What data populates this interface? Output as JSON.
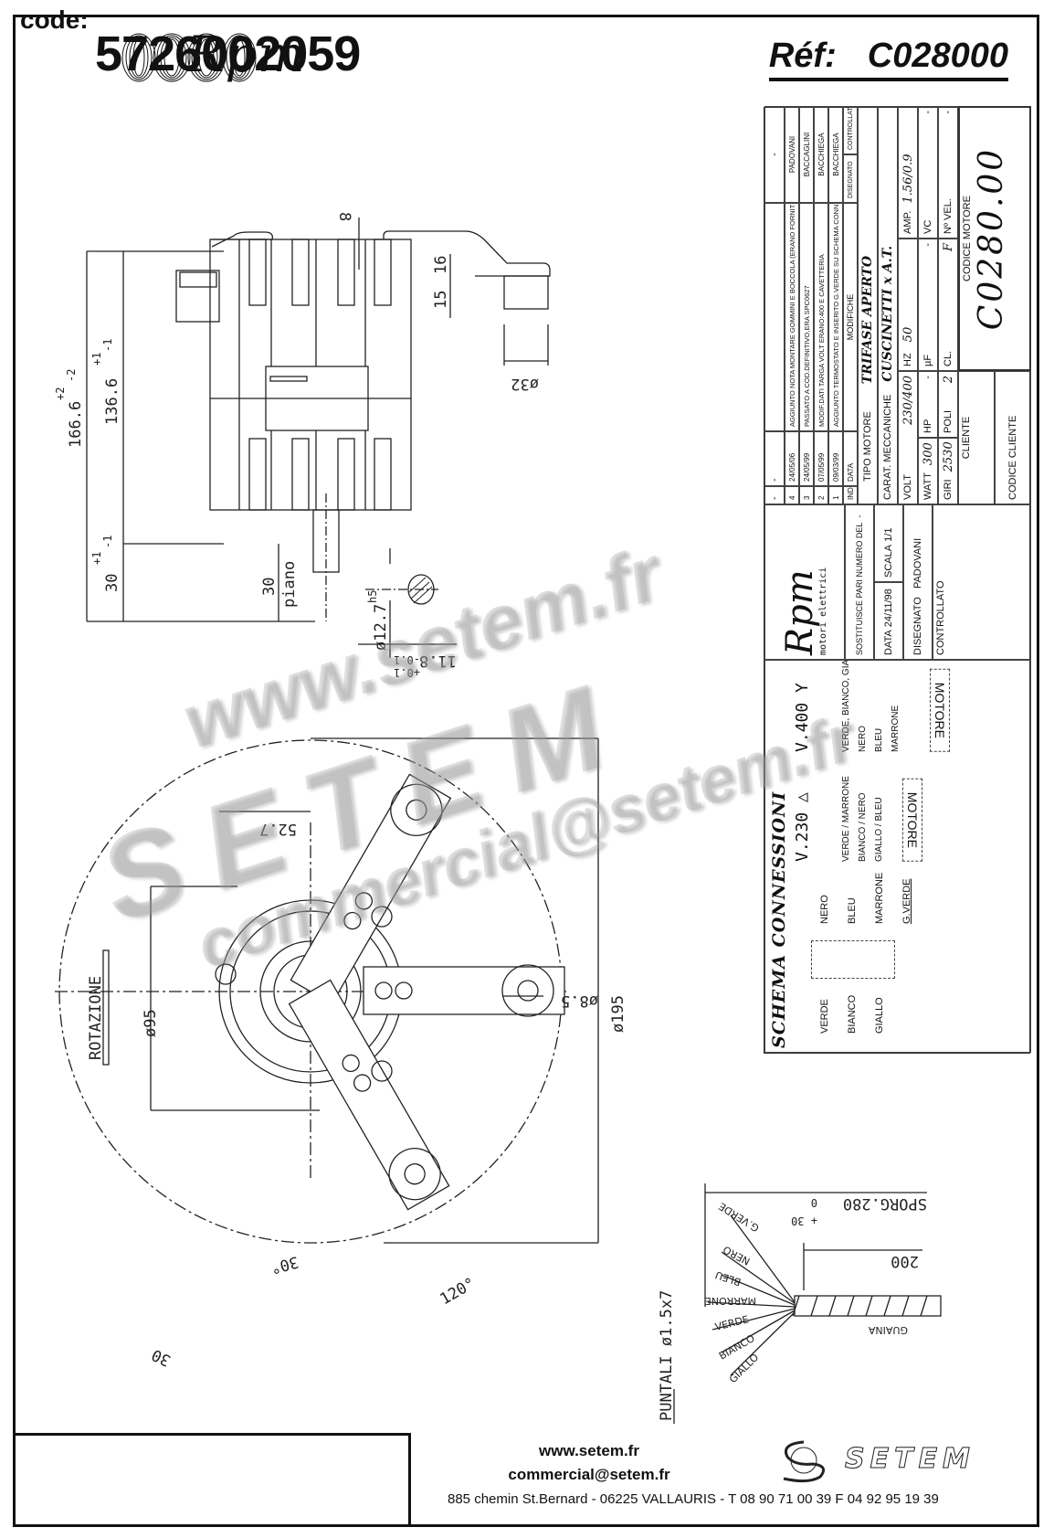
{
  "header": {
    "brand": "Rpm",
    "ref_label": "Réf:",
    "ref_value": "C028000"
  },
  "drawing": {
    "side_view": {
      "overall_height": "166.6",
      "overall_tol_plus": "+2",
      "overall_tol_minus": "-2",
      "body_height": "136.6",
      "body_tol_plus": "+1",
      "body_tol_minus": "-1",
      "shaft_length": "30",
      "shaft_tol_plus": "+1",
      "shaft_tol_minus": "-1",
      "flat_length": "30",
      "flat_label": "piano",
      "bracket_offset": "8",
      "bracket_dim_1": "16",
      "bracket_dim_2": "15",
      "bracket_diameter": "ø32",
      "shaft_diameter": "ø12.7",
      "shaft_fit": "h5",
      "flat_width": "11.8",
      "flat_tol_plus": "+0.1",
      "flat_tol_minus": "-0.1"
    },
    "front_view": {
      "rotation_label": "ROTAZIONE",
      "bolt_circle_small": "ø95",
      "bolt_circle_large": "ø195",
      "hole_diameter": "ø8.5",
      "arm_offset": "52.7",
      "angle_small": "30°",
      "angle_large": "120°",
      "arm_width": "30"
    },
    "cable": {
      "length_label": "SPORG.280",
      "length_tol_zero": "0",
      "length_tol_plus": "+ 30",
      "sheath_length": "200",
      "sheath_label": "GUAINA",
      "terminals_label": "PUNTALI ø1.5x7",
      "wires": [
        "G.VERDE",
        "NERO",
        "BLEU",
        "MARRONE",
        "VERDE",
        "BIANCO",
        "GIALLO"
      ]
    }
  },
  "title_block": {
    "revisions": [
      {
        "ind": "-",
        "date": "-",
        "desc": "",
        "drawn": "-"
      },
      {
        "ind": "4",
        "date": "24/05/06",
        "desc": "AGGIUNTO NOTA MONTARE GOMMINI E BOCCOLA (ERANO FORNITI SEPARATI)",
        "drawn": "PADOVANI"
      },
      {
        "ind": "3",
        "date": "24/05/99",
        "desc": "PASSATO A COD.DEFINITIVO,ERA SPC0627",
        "drawn": "BACCAGLINI"
      },
      {
        "ind": "2",
        "date": "07/05/99",
        "desc": "MODIF.DATI TARGA VOLT ERANO:400 E CAVETTERIA",
        "drawn": "BACCHIEGA"
      },
      {
        "ind": "1",
        "date": "09/03/99",
        "desc": "AGGIUNTO TERMOSTATO E INSERITO G.VERDE SU SCHEMA CONNESSIONI",
        "drawn": "BACCHIEGA"
      }
    ],
    "rev_headers": {
      "ind": "IND",
      "date": "DATA",
      "desc": "MODIFICHE",
      "drawn": "DISEGNATO",
      "checked": "CONTROLLATO"
    },
    "company": {
      "name": "Rpm",
      "tagline": "motori elettrici"
    },
    "sostituisce_label": "SOSTITUISCE PARI NUMERO DEL",
    "sostituisce_value": "-",
    "data_label": "DATA",
    "data_value": "24/11/98",
    "scala_label": "SCALA",
    "scala_value": "1/1",
    "disegnato_label": "DISEGNATO",
    "disegnato_value": "PADOVANI",
    "controllato_label": "CONTROLLATO",
    "tipo_motore_label": "TIPO MOTORE",
    "tipo_motore_value": "TRIFASE APERTO",
    "carat_label": "CARAT. MECCANICHE",
    "carat_value": "CUSCINETTI x A.T.",
    "specs": {
      "volt_label": "VOLT",
      "volt_value": "230/400",
      "hz_label": "HZ",
      "hz_value": "50",
      "amp_label": "AMP.",
      "amp_value": "1.56/0.9",
      "watt_label": "WATT",
      "watt_value": "300",
      "hp_label": "HP",
      "hp_value": "-",
      "uf_label": "µF",
      "uf_value": "-",
      "vc_label": "VC",
      "vc_value": "-",
      "giri_label": "GIRI",
      "giri_value": "2530",
      "poli_label": "POLI",
      "poli_value": "2",
      "cl_label": "CL.",
      "cl_value": "F",
      "nvel_label": "Nº VEL.",
      "nvel_value": "-"
    },
    "cliente_label": "CLIENTE",
    "codice_cliente_label": "CODICE CLIENTE",
    "codice_motore_label": "CODICE MOTORE",
    "codice_motore_value": "C0280.00"
  },
  "schema": {
    "title": "SCHEMA CONNESSIONI",
    "winding_in": [
      "VERDE",
      "BIANCO",
      "GIALLO"
    ],
    "winding_out": [
      "NERO",
      "BLEU",
      "MARRONE"
    ],
    "ground": "G.VERDE",
    "delta": {
      "label": "V.230 △",
      "pairs": [
        [
          "VERDE",
          "MARRONE"
        ],
        [
          "BIANCO",
          "NERO"
        ],
        [
          "GIALLO",
          "BLEU"
        ]
      ],
      "motor": "MOTORE"
    },
    "star": {
      "label": "V.400 Y",
      "joined": [
        "VERDE",
        "BIANCO",
        "GIALLO"
      ],
      "lines": [
        "NERO",
        "BLEU",
        "MARRONE"
      ],
      "motor": "MOTORE"
    }
  },
  "watermark": {
    "line1": "www.setem.fr",
    "line2": "SETEM",
    "line3": "commercial@setem.fr"
  },
  "footer": {
    "code_label": "code:",
    "code_value": "5726002059",
    "website": "www.setem.fr",
    "email": "commercial@setem.fr",
    "address": "885 chemin St.Bernard  -  06225 VALLAURIS  -  T 08 90 71 00 39   F 04 92 95 19 39",
    "brand": "SETEM"
  }
}
